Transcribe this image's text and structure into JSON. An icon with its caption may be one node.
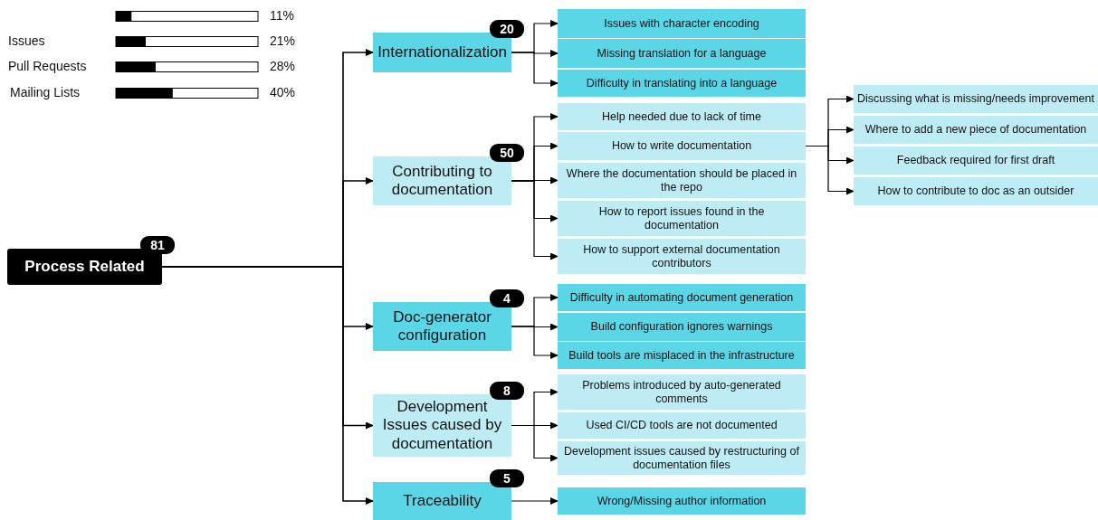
{
  "diagram": {
    "nodes": [
      {
        "text": [
          "Process Related"
        ],
        "beside": [
          "81"
        ]
      },
      {
        "text": [
          "Internationalization"
        ],
        "beside": [
          "20"
        ]
      },
      {
        "text": [
          "Issues with character encoding"
        ]
      },
      {
        "text": [
          "Missing translation for a language"
        ]
      },
      {
        "text": [
          "Difficulty in translating into a language"
        ]
      },
      {
        "text": [
          "Contributing to documentation"
        ],
        "beside": [
          "50"
        ]
      },
      {
        "text": [
          "Help needed due to lack of time"
        ]
      },
      {
        "text": [
          "How to write documentation"
        ]
      },
      {
        "text": [
          "Where the documentation should be placed in the repo"
        ]
      },
      {
        "text": [
          "How to report issues found in the documentation"
        ]
      },
      {
        "text": [
          "How to support external documentation contributors"
        ]
      },
      {
        "text": [
          "Discussing what is missing/needs improvement"
        ]
      },
      {
        "text": [
          "Where to add a new piece of documentation"
        ]
      },
      {
        "text": [
          "Feedback required for first draft"
        ]
      },
      {
        "text": [
          "How to contribute to doc as an outsider"
        ]
      },
      {
        "text": [
          "Doc-generator configuration"
        ],
        "beside": [
          "4"
        ]
      },
      {
        "text": [
          "Difficulty in automating document generation"
        ]
      },
      {
        "text": [
          "Build configuration ignores warnings"
        ]
      },
      {
        "text": [
          "Build tools are misplaced in the infrastructure"
        ]
      },
      {
        "text": [
          "Development Issues caused by documentation"
        ],
        "beside": [
          "8"
        ]
      },
      {
        "text": [
          "Problems introduced by auto-generated comments"
        ]
      },
      {
        "text": [
          "Used CI/CD tools are not documented"
        ]
      },
      {
        "text": [
          "Development issues caused by restructuring of documentation files"
        ]
      },
      {
        "text": [
          "Traceability"
        ],
        "beside": [
          "5"
        ]
      },
      {
        "text": [
          "Wrong/Missing author information"
        ]
      }
    ],
    "edges": [
      {
        "from": 0,
        "to": 1,
        "arrow": "to"
      },
      {
        "from": 0,
        "to": 5,
        "arrow": "to"
      },
      {
        "from": 0,
        "to": 15,
        "arrow": "to"
      },
      {
        "from": 0,
        "to": 19,
        "arrow": "to"
      },
      {
        "from": 0,
        "to": 23,
        "arrow": "to"
      },
      {
        "from": 1,
        "to": 2,
        "arrow": "to"
      },
      {
        "from": 1,
        "to": 3,
        "arrow": "to"
      },
      {
        "from": 1,
        "to": 4,
        "arrow": "to"
      },
      {
        "from": 5,
        "to": 6,
        "arrow": "to"
      },
      {
        "from": 5,
        "to": 7,
        "arrow": "to"
      },
      {
        "from": 5,
        "to": 8,
        "arrow": "to"
      },
      {
        "from": 5,
        "to": 9,
        "arrow": "to"
      },
      {
        "from": 5,
        "to": 10,
        "arrow": "to"
      },
      {
        "from": 7,
        "to": 11,
        "arrow": "to"
      },
      {
        "from": 7,
        "to": 12,
        "arrow": "to"
      },
      {
        "from": 7,
        "to": 13,
        "arrow": "to"
      },
      {
        "from": 7,
        "to": 14,
        "arrow": "to"
      },
      {
        "from": 15,
        "to": 16,
        "arrow": "to"
      },
      {
        "from": 15,
        "to": 17,
        "arrow": "to"
      },
      {
        "from": 15,
        "to": 18,
        "arrow": "to"
      },
      {
        "from": 19,
        "to": 20,
        "arrow": "to"
      },
      {
        "from": 19,
        "to": 21,
        "arrow": "to"
      },
      {
        "from": 19,
        "to": 22,
        "arrow": "to"
      },
      {
        "from": 23,
        "to": 24,
        "arrow": "to"
      }
    ],
    "chart_data": {
      "type": "bar",
      "orientation": "horizontal",
      "categories": [
        null,
        "Issues",
        "Pull Requests",
        "Mailing Lists"
      ],
      "values": [
        11,
        21,
        28,
        40
      ],
      "xlim": [
        0,
        100
      ],
      "value_labels": [
        "11%",
        "21%",
        "28%",
        "40%"
      ]
    }
  }
}
